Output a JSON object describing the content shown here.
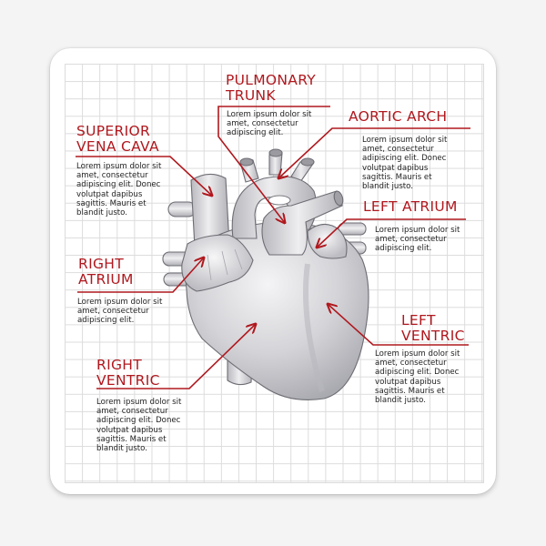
{
  "diagram": {
    "subject": "Human heart anatomy",
    "accent_color": "#b0181e",
    "text_color": "#1f1f1f",
    "background": "graph paper grid on rounded white sticker",
    "labels": [
      {
        "id": "pulmonary-trunk",
        "title": "PULMONARY\nTRUNK",
        "body": "Lorem ipsum dolor sit\namet, consectetur\nadipiscing elit."
      },
      {
        "id": "superior-vena-cava",
        "title": "SUPERIOR\nVENA CAVA",
        "body": "Lorem ipsum dolor sit\namet, consectetur\nadipiscing elit. Donec\nvolutpat dapibus\nsagittis. Mauris et\nblandit justo."
      },
      {
        "id": "aortic-arch",
        "title": "AORTIC ARCH",
        "body": "Lorem ipsum dolor sit\namet, consectetur\nadipiscing elit. Donec\nvolutpat dapibus\nsagittis. Mauris et\nblandit justo."
      },
      {
        "id": "left-atrium",
        "title": "LEFT ATRIUM",
        "body": "Lorem ipsum dolor sit\namet, consectetur\nadipiscing elit."
      },
      {
        "id": "right-atrium",
        "title": "RIGHT\nATRIUM",
        "body": "Lorem ipsum dolor sit\namet, consectetur\nadipiscing elit."
      },
      {
        "id": "left-ventricle",
        "title": "LEFT\nVENTRIC",
        "body": "Lorem ipsum dolor sit\namet, consectetur\nadipiscing elit. Donec\nvolutpat dapibus\nsagittis. Mauris et\nblandit justo."
      },
      {
        "id": "right-ventricle",
        "title": "RIGHT\nVENTRIC",
        "body": "Lorem ipsum dolor sit\namet, consectetur\nadipiscing elit. Donec\nvolutpat dapibus\nsagittis. Mauris et\nblandit justo."
      }
    ]
  }
}
